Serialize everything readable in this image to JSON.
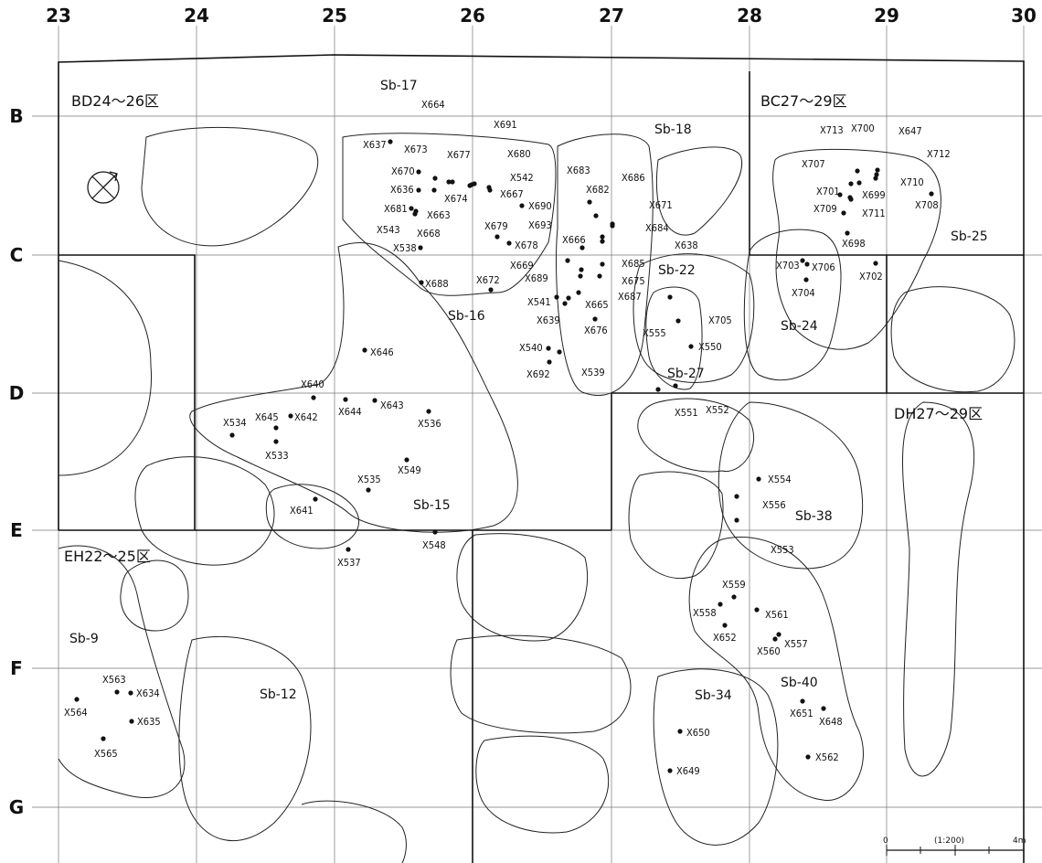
{
  "grid": {
    "columns": [
      "23",
      "24",
      "25",
      "26",
      "27",
      "28",
      "29",
      "30"
    ],
    "rows": [
      "B",
      "C",
      "D",
      "E",
      "F",
      "G"
    ]
  },
  "zones": [
    {
      "id": "bd",
      "label": "BD24～26区"
    },
    {
      "id": "bc",
      "label": "BC27～29区"
    },
    {
      "id": "dh",
      "label": "DH27～29区"
    },
    {
      "id": "eh",
      "label": "EH22～25区"
    }
  ],
  "features": [
    "Sb-9",
    "Sb-12",
    "Sb-15",
    "Sb-16",
    "Sb-17",
    "Sb-18",
    "Sb-22",
    "Sb-24",
    "Sb-25",
    "Sb-27",
    "Sb-34",
    "Sb-38",
    "Sb-40"
  ],
  "points": [
    "X533",
    "X534",
    "X535",
    "X536",
    "X537",
    "X538",
    "X539",
    "X540",
    "X541",
    "X542",
    "X543",
    "X548",
    "X549",
    "X550",
    "X551",
    "X552",
    "X553",
    "X554",
    "X555",
    "X556",
    "X557",
    "X558",
    "X559",
    "X560",
    "X561",
    "X562",
    "X563",
    "X564",
    "X565",
    "X634",
    "X635",
    "X636",
    "X637",
    "X638",
    "X639",
    "X640",
    "X641",
    "X642",
    "X643",
    "X644",
    "X645",
    "X646",
    "X647",
    "X648",
    "X649",
    "X650",
    "X651",
    "X652",
    "X663",
    "X664",
    "X665",
    "X666",
    "X667",
    "X668",
    "X669",
    "X670",
    "X671",
    "X672",
    "X673",
    "X674",
    "X675",
    "X676",
    "X677",
    "X678",
    "X679",
    "X680",
    "X681",
    "X682",
    "X683",
    "X684",
    "X685",
    "X686",
    "X687",
    "X688",
    "X689",
    "X690",
    "X691",
    "X692",
    "X693",
    "X698",
    "X699",
    "X700",
    "X701",
    "X702",
    "X703",
    "X704",
    "X705",
    "X706",
    "X707",
    "X708",
    "X709",
    "X710",
    "X711",
    "X712",
    "X713"
  ],
  "scale": {
    "zero": "0",
    "ratio": "(1:200)",
    "max": "4m"
  },
  "colors": {
    "line": "#111111",
    "grid": "#777777",
    "background": "#ffffff"
  }
}
